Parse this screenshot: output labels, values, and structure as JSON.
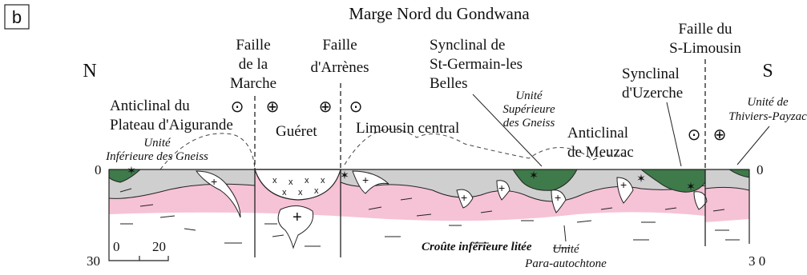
{
  "panel_label": "b",
  "title": "Marge Nord du Gondwana",
  "orientation": {
    "north": "N",
    "south": "S"
  },
  "depth_scale": {
    "top_left": "0",
    "top_right": "0",
    "bottom_left": "30",
    "bottom_right": "3 0"
  },
  "scale_bar": {
    "start": "0",
    "end": "20"
  },
  "faults": {
    "marche": [
      "Faille",
      "de la",
      "Marche"
    ],
    "arrenes": [
      "Faille",
      "d'Arrènes"
    ],
    "s_limousin": [
      "Faille du",
      "S-Limousin"
    ]
  },
  "structures": {
    "anticlinal_aigurande": [
      "Anticlinal du",
      "Plateau d'Aigurande"
    ],
    "gueret": "Guéret",
    "limousin_central": "Limousin central",
    "synclinal_st_germain": [
      "Synclinal de",
      "St-Germain-les",
      "Belles"
    ],
    "synclinal_uzerche": [
      "Synclinal",
      "d'Uzerche"
    ],
    "anticlinal_meuzac": [
      "Anticlinal",
      "de Meuzac"
    ]
  },
  "units": {
    "inferieure": [
      "Unité",
      "Inférieure des Gneiss"
    ],
    "superieure": [
      "Unité",
      "Supérieure",
      "des Gneiss"
    ],
    "thiviers": [
      "Unité de",
      "Thiviers-Payzac"
    ],
    "para": [
      "Unité",
      "Para-autochtone"
    ],
    "croute": "Croûte inférieure litée"
  },
  "symbols": {
    "out_of_page": "⊙",
    "into_page": "⊕",
    "star": "✶"
  },
  "colors": {
    "pink": "#f6c2d6",
    "grey": "#cfcfcf",
    "green": "#3f7a4a",
    "outline": "#222222"
  }
}
